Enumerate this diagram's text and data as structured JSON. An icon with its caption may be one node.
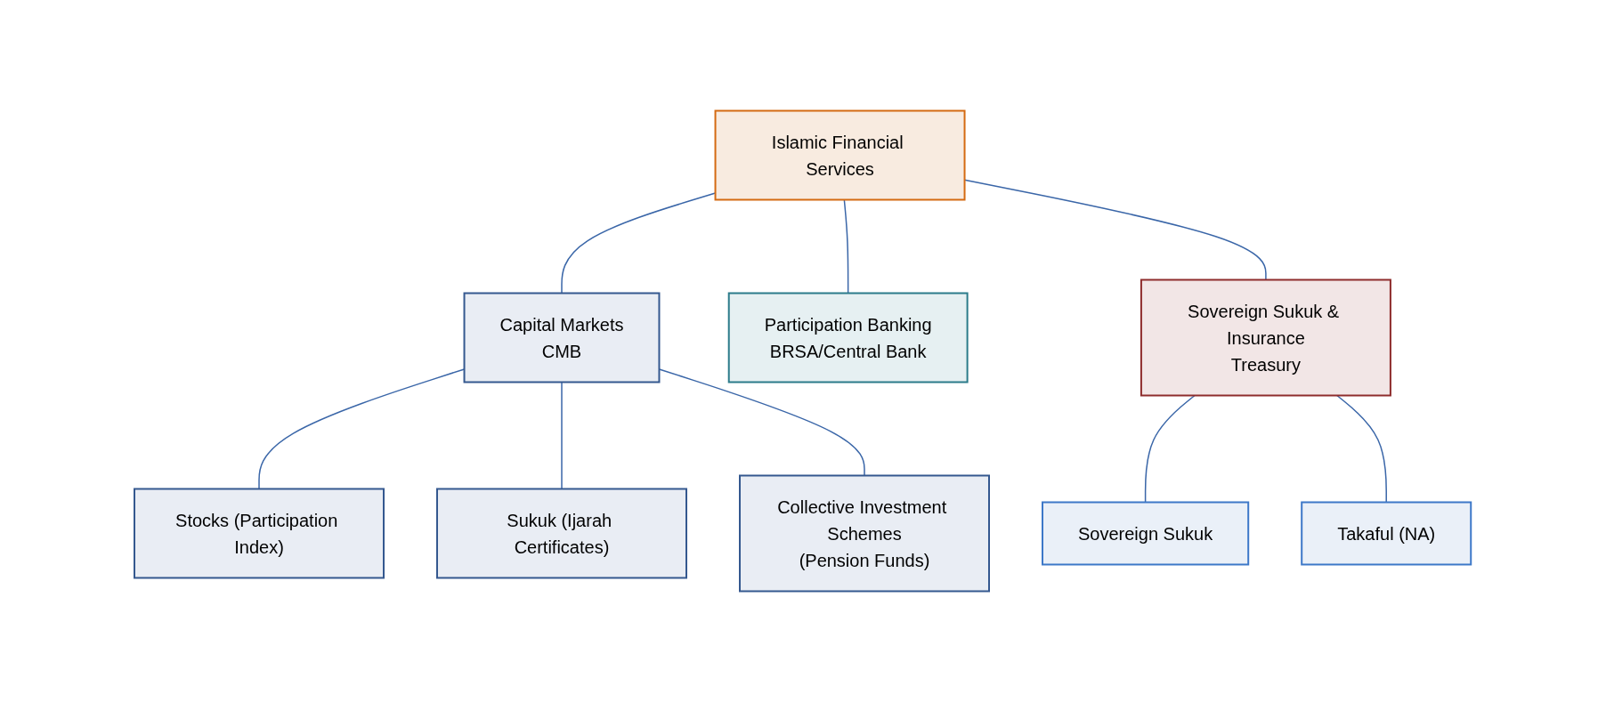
{
  "diagram": {
    "nodes": [
      {
        "text": [
          "Islamic Financial Services"
        ]
      },
      {
        "text": [
          "Capital Markets",
          "CMB"
        ]
      },
      {
        "text": [
          "Participation Banking",
          "BRSA/Central Bank"
        ]
      },
      {
        "text": [
          "Sovereign Sukuk & Insurance",
          "Treasury"
        ]
      },
      {
        "text": [
          "Stocks (Participation Index)"
        ]
      },
      {
        "text": [
          "Sukuk (Ijarah Certificates)"
        ]
      },
      {
        "text": [
          "Collective Investment Schemes",
          "(Pension Funds)"
        ]
      },
      {
        "text": [
          "Sovereign Sukuk"
        ]
      },
      {
        "text": [
          "Takaful (NA)"
        ]
      }
    ],
    "edges": [
      {
        "from": 0,
        "to": 1,
        "arrow": "none"
      },
      {
        "from": 0,
        "to": 2,
        "arrow": "none"
      },
      {
        "from": 0,
        "to": 3,
        "arrow": "none"
      },
      {
        "from": 1,
        "to": 4,
        "arrow": "none"
      },
      {
        "from": 1,
        "to": 5,
        "arrow": "none"
      },
      {
        "from": 1,
        "to": 6,
        "arrow": "none"
      },
      {
        "from": 3,
        "to": 7,
        "arrow": "none"
      },
      {
        "from": 3,
        "to": 8,
        "arrow": "none"
      }
    ]
  }
}
